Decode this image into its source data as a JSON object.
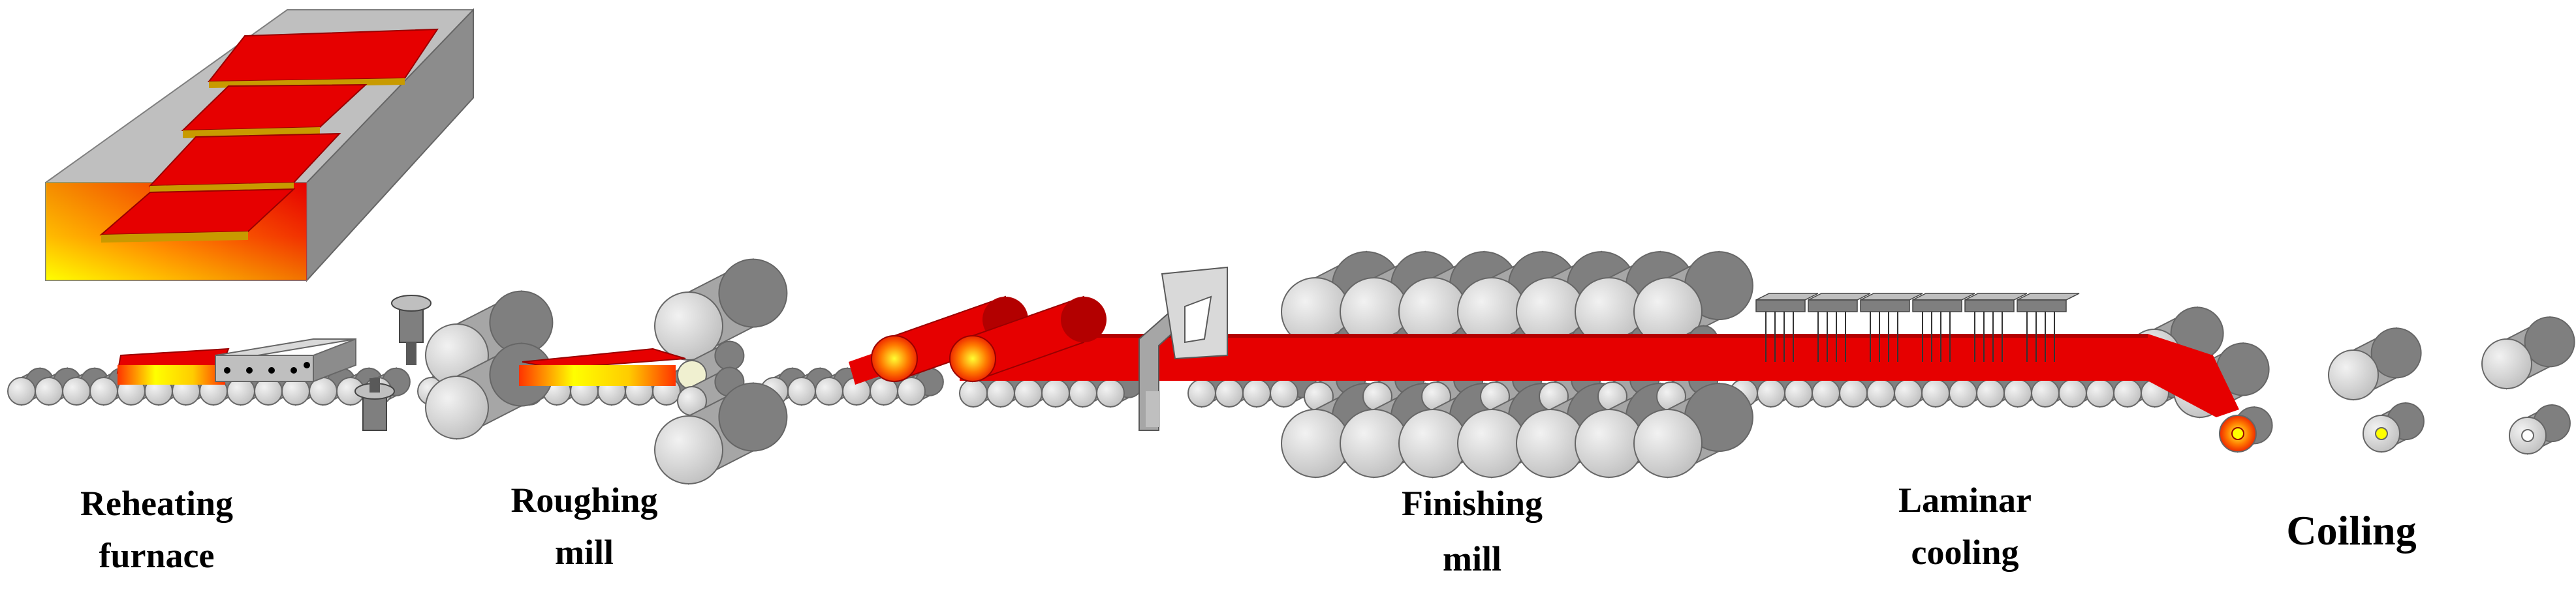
{
  "stages": [
    {
      "id": "reheating",
      "lines": [
        "Reheating",
        "furnace"
      ]
    },
    {
      "id": "roughing",
      "lines": [
        "Roughing",
        "mill"
      ]
    },
    {
      "id": "finishing",
      "lines": [
        "Finishing",
        "mill"
      ]
    },
    {
      "id": "laminar",
      "lines": [
        "Laminar",
        "cooling"
      ]
    },
    {
      "id": "coiling",
      "lines": [
        "Coiling"
      ]
    }
  ],
  "colors": {
    "hot_steel": "#e60000",
    "hot_steel_dark": "#b30000",
    "hot_glow": "#ffff00",
    "roller_light": "#d9d9d9",
    "roller_mid": "#a6a6a6",
    "roller_dark": "#7f7f7f",
    "furnace_side": "#c0c0c0",
    "slab_edge": "#c89a00"
  }
}
